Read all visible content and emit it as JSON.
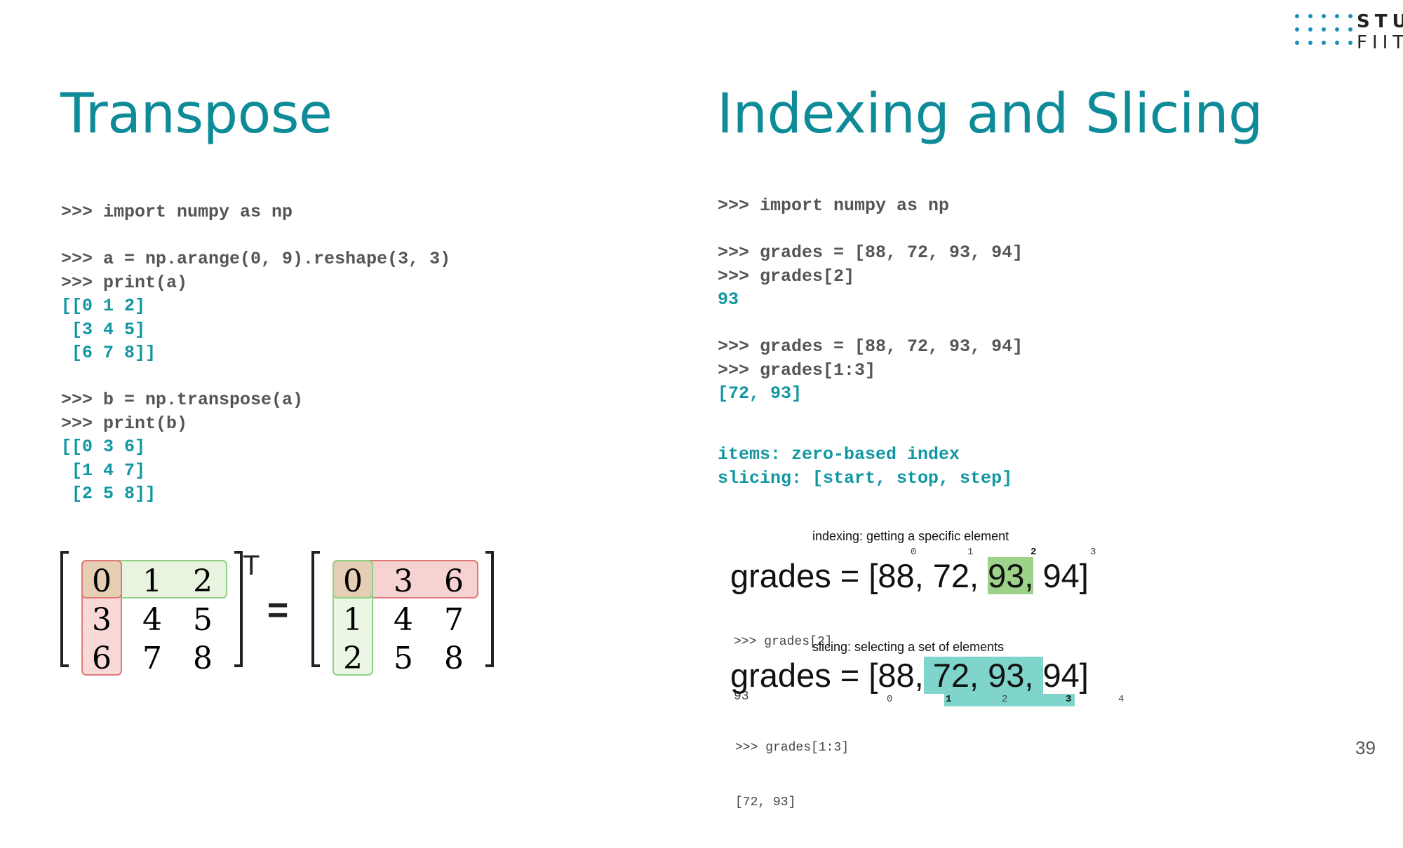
{
  "logo": {
    "line1": "STU",
    "line2": "FIIT",
    "dot_color": "#1a8fb8"
  },
  "left": {
    "title": "Transpose",
    "code": [
      {
        "text": ">>> import numpy as np",
        "kind": "input"
      },
      {
        "text": "",
        "kind": "blank"
      },
      {
        "text": ">>> a = np.arange(0, 9).reshape(3, 3)",
        "kind": "input"
      },
      {
        "text": ">>> print(a)",
        "kind": "input"
      },
      {
        "text": "[[0 1 2]",
        "kind": "output"
      },
      {
        "text": " [3 4 5]",
        "kind": "output"
      },
      {
        "text": " [6 7 8]]",
        "kind": "output"
      },
      {
        "text": "",
        "kind": "blank"
      },
      {
        "text": ">>> b = np.transpose(a)",
        "kind": "input"
      },
      {
        "text": ">>> print(b)",
        "kind": "input"
      },
      {
        "text": "[[0 3 6]",
        "kind": "output"
      },
      {
        "text": " [1 4 7]",
        "kind": "output"
      },
      {
        "text": " [2 5 8]]",
        "kind": "output"
      }
    ],
    "figure": {
      "matrix_a": [
        [
          "0",
          "1",
          "2"
        ],
        [
          "3",
          "4",
          "5"
        ],
        [
          "6",
          "7",
          "8"
        ]
      ],
      "matrix_b": [
        [
          "0",
          "3",
          "6"
        ],
        [
          "1",
          "4",
          "7"
        ],
        [
          "2",
          "5",
          "8"
        ]
      ],
      "superscript": "T",
      "equals": "=",
      "colors": {
        "green_fill": "#e8f4df",
        "green_stroke": "#8fcf86",
        "red_fill": "#f6d3d0",
        "red_stroke": "#e0797a",
        "overlap_fill": "#e5cfb4"
      }
    }
  },
  "right": {
    "title": "Indexing and Slicing",
    "code": [
      {
        "text": ">>> import numpy as np",
        "kind": "input"
      },
      {
        "text": "",
        "kind": "blank"
      },
      {
        "text": ">>> grades = [88, 72, 93, 94]",
        "kind": "input"
      },
      {
        "text": ">>> grades[2]",
        "kind": "input"
      },
      {
        "text": "93",
        "kind": "output"
      },
      {
        "text": "",
        "kind": "blank"
      },
      {
        "text": ">>> grades = [88, 72, 93, 94]",
        "kind": "input"
      },
      {
        "text": ">>> grades[1:3]",
        "kind": "input"
      },
      {
        "text": "[72, 93]",
        "kind": "output"
      }
    ],
    "notes": [
      "items: zero-based index",
      "slicing: [start, stop, step]"
    ],
    "indexing_figure": {
      "caption": "indexing: getting a specific element",
      "indices": [
        "0",
        "1",
        "2",
        "3"
      ],
      "expr_prefix": "grades = [88, 72, ",
      "expr_highlight": "93,",
      "expr_suffix": " 94]",
      "code_lines": [
        ">>> grades[2]",
        "93"
      ],
      "highlight_color": "#9ed28a"
    },
    "slicing_figure": {
      "caption": "slicing: selecting a set of elements",
      "indices": [
        "0",
        "1",
        "2",
        "3",
        "4"
      ],
      "expr_prefix": "grades = [88,",
      "expr_highlight": " 72, 93, ",
      "expr_suffix": "94]",
      "code_lines": [
        ">>> grades[1:3]",
        "[72, 93]"
      ],
      "highlight_color": "#7fd5cb"
    }
  },
  "page_number": "39"
}
